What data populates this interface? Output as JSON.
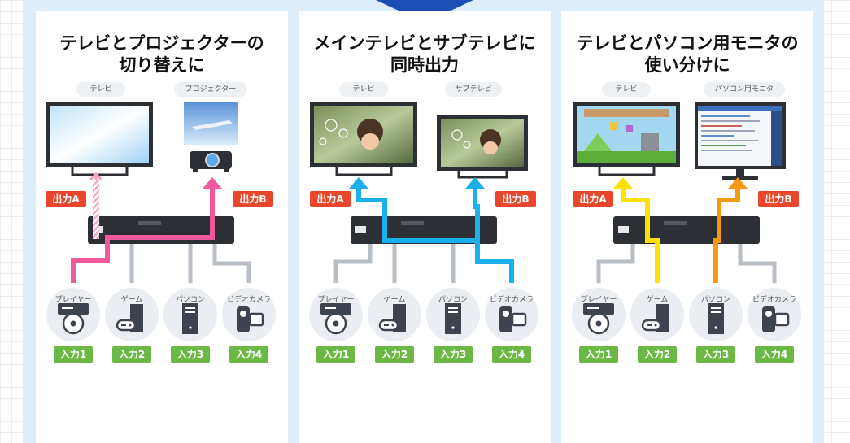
{
  "colors": {
    "output_label": "#e8472b",
    "input_label": "#6cb845",
    "panel1_signal": "#f05a9c",
    "panel2_signal": "#1ab0ee",
    "panel3_signal_a": "#ffe200",
    "panel3_signal_b": "#f39a12",
    "inactive_wire": "#b8bec6",
    "device_circle": "#eaedf1"
  },
  "panels": [
    {
      "title_lines": [
        "テレビとプロジェクターの",
        "切り替えに"
      ],
      "screens": [
        {
          "label": "テレビ",
          "image": "blank-sky"
        },
        {
          "label": "プロジェクター",
          "image": "airplane-projection"
        }
      ],
      "outputs": [
        "出力A",
        "出力B"
      ],
      "devices": [
        {
          "label": "プレイヤー",
          "icon": "player-icon"
        },
        {
          "label": "ゲーム",
          "icon": "game-icon"
        },
        {
          "label": "パソコン",
          "icon": "pc-icon"
        },
        {
          "label": "ビデオカメラ",
          "icon": "camera-icon"
        }
      ],
      "inputs": [
        "入力1",
        "入力2",
        "入力3",
        "入力4"
      ]
    },
    {
      "title_lines": [
        "メインテレビとサブテレビに",
        "同時出力"
      ],
      "screens": [
        {
          "label": "テレビ",
          "image": "child-bubbles"
        },
        {
          "label": "サブテレビ",
          "image": "child-bubbles"
        }
      ],
      "outputs": [
        "出力A",
        "出力B"
      ],
      "devices": [
        {
          "label": "プレイヤー",
          "icon": "player-icon"
        },
        {
          "label": "ゲーム",
          "icon": "game-icon"
        },
        {
          "label": "パソコン",
          "icon": "pc-icon"
        },
        {
          "label": "ビデオカメラ",
          "icon": "camera-icon"
        }
      ],
      "inputs": [
        "入力1",
        "入力2",
        "入力3",
        "入力4"
      ]
    },
    {
      "title_lines": [
        "テレビとパソコン用モニタの",
        "使い分けに"
      ],
      "screens": [
        {
          "label": "テレビ",
          "image": "platform-game"
        },
        {
          "label": "パソコン用モニタ",
          "image": "code-editor"
        }
      ],
      "outputs": [
        "出力A",
        "出力B"
      ],
      "devices": [
        {
          "label": "プレイヤー",
          "icon": "player-icon"
        },
        {
          "label": "ゲーム",
          "icon": "game-icon"
        },
        {
          "label": "パソコン",
          "icon": "pc-icon"
        },
        {
          "label": "ビデオカメラ",
          "icon": "camera-icon"
        }
      ],
      "inputs": [
        "入力1",
        "入力2",
        "入力3",
        "入力4"
      ]
    }
  ]
}
